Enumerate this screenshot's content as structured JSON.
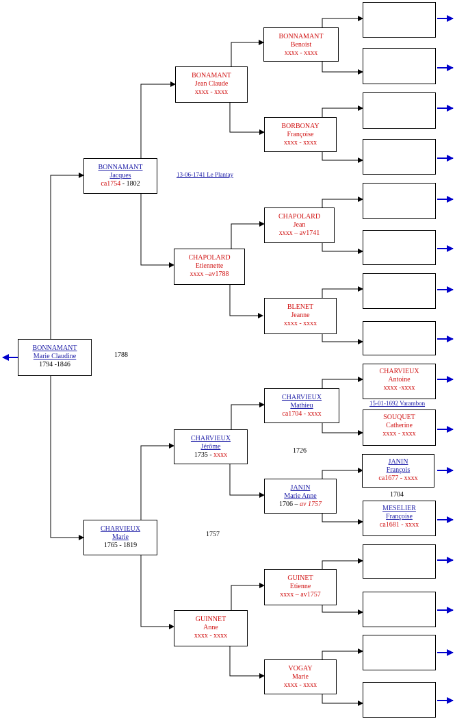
{
  "colors": {
    "line": "#000000",
    "arrow_blue": "#0000cc",
    "link": "#1a1aa6",
    "red": "#d01010"
  },
  "root": {
    "surname": "BONNAMANT",
    "given": "Marie Claudine",
    "dates": "1794 -1846"
  },
  "father": {
    "surname": "BONNAMANT",
    "given": "Jacques",
    "dates_a": "ca1754",
    "dates_b": " - 1802"
  },
  "mother": {
    "surname": "CHARVIEUX",
    "given": "Marie",
    "dates": "1765 - 1819"
  },
  "ff": {
    "surname": "BONAMANT",
    "given": "Jean Claude",
    "dates": "xxxx - xxxx"
  },
  "fm": {
    "surname": "CHAPOLARD",
    "given": "Etiennette",
    "dates": "xxxx –av1788"
  },
  "mf": {
    "surname": "CHARVIEUX",
    "given": "Jérôme",
    "dates_a": "1735 - ",
    "dates_b": "xxxx"
  },
  "mm": {
    "surname": "GUINNET",
    "given": "Anne",
    "dates": "xxxx - xxxx"
  },
  "fff": {
    "surname": "BONNAMANT",
    "given": "Benoist",
    "dates": "xxxx - xxxx"
  },
  "ffm": {
    "surname": "BORBONAY",
    "given": "Françoise",
    "dates": "xxxx - xxxx"
  },
  "fmf": {
    "surname": "CHAPOLARD",
    "given": "Jean",
    "dates": "xxxx – av1741"
  },
  "fmm": {
    "surname": "BLENET",
    "given": "Jeanne",
    "dates": "xxxx - xxxx"
  },
  "mff": {
    "surname": "CHARVIEUX",
    "given": "Mathieu",
    "dates": "ca1704 - xxxx"
  },
  "mfm": {
    "surname": "JANIN",
    "given": "Marie Anne",
    "dates_a": "1706 – ",
    "dates_b": "av 1757"
  },
  "mmf": {
    "surname": "GUINET",
    "given": "Etienne",
    "dates": "xxxx – av1757"
  },
  "mmm": {
    "surname": "VOGAY",
    "given": "Marie",
    "dates": "xxxx - xxxx"
  },
  "g5": {
    "surname": "CHARVIEUX",
    "given": "Antoine",
    "dates": "xxxx -xxxx"
  },
  "g6": {
    "surname": "SOUQUET",
    "given": "Catherine",
    "dates": "xxxx - xxxx"
  },
  "g7": {
    "surname": "JANIN",
    "given": "François",
    "dates": "ca1677 - xxxx"
  },
  "g8": {
    "surname": "MESELIER",
    "given": "Françoise",
    "dates": "ca1681 - xxxx"
  },
  "notes": {
    "marriage_root": "1788",
    "marriage_father": "13-06-1741 Le Plantay",
    "marriage_mother": "1757",
    "marriage_mf": "1726",
    "marriage_g5": "15-01-1692 Varambon",
    "marriage_g7": "1704"
  }
}
